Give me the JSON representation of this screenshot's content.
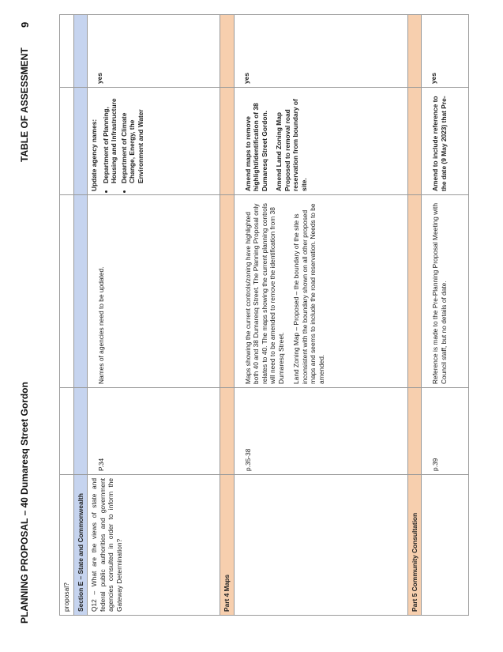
{
  "header": {
    "title": "PLANNING PROPOSAL – 40 Dumaresq Street Gordon",
    "section": "TABLE OF ASSESSMENT",
    "page_number": "9"
  },
  "table": {
    "proposal_row": {
      "text": "proposal?"
    },
    "section_e": {
      "title": "Section E – State and Commonwealth"
    },
    "q12": {
      "question": "Q12 – What are the views of state and federal public authorities and government agencies consulted in order to inform the Gateway Determination?",
      "page": "P.34",
      "comment": "Names of agencies need to be updated.",
      "recommendation_intro": "Update agency names:",
      "recommendation_items": [
        "Department of Planning, Housing and Infrastructure",
        "Department of Climate Change, Energy, the Environment and Water"
      ],
      "status": "yes"
    },
    "part4": {
      "title": "Part 4 Maps",
      "page": "p.35-38",
      "comment_1": "Maps showing the current controls/zoning have highlighted both 40 and 38 Dumaresq Street. The Planning Proposal only relates to 40. The maps showing the current planning controls will need to be amended to remove the identification from 38 Dumaresq Street.",
      "comment_2": "Land Zoning Map – Proposed – the boundary of the site is inconsistent with the boundary shown on all other proposed maps and seems to include the road reservation. Needs to be amended.",
      "rec_1": "Amend maps to remove highlight/identification of 38 Dumaresq Street Gordon.",
      "rec_2": "Amend Land Zoning Map Proposed to removal road reservation from boundary of site.",
      "status": "yes"
    },
    "part5": {
      "title": "Part 5 Community Consultation",
      "page": "p.39",
      "comment": "Reference is made to the Pre-Planning Proposal Meeting with Council staff, but no details of date.",
      "recommendation": "Amend to include reference to the date (9 May 2023) that Pre-",
      "status": "yes"
    }
  }
}
